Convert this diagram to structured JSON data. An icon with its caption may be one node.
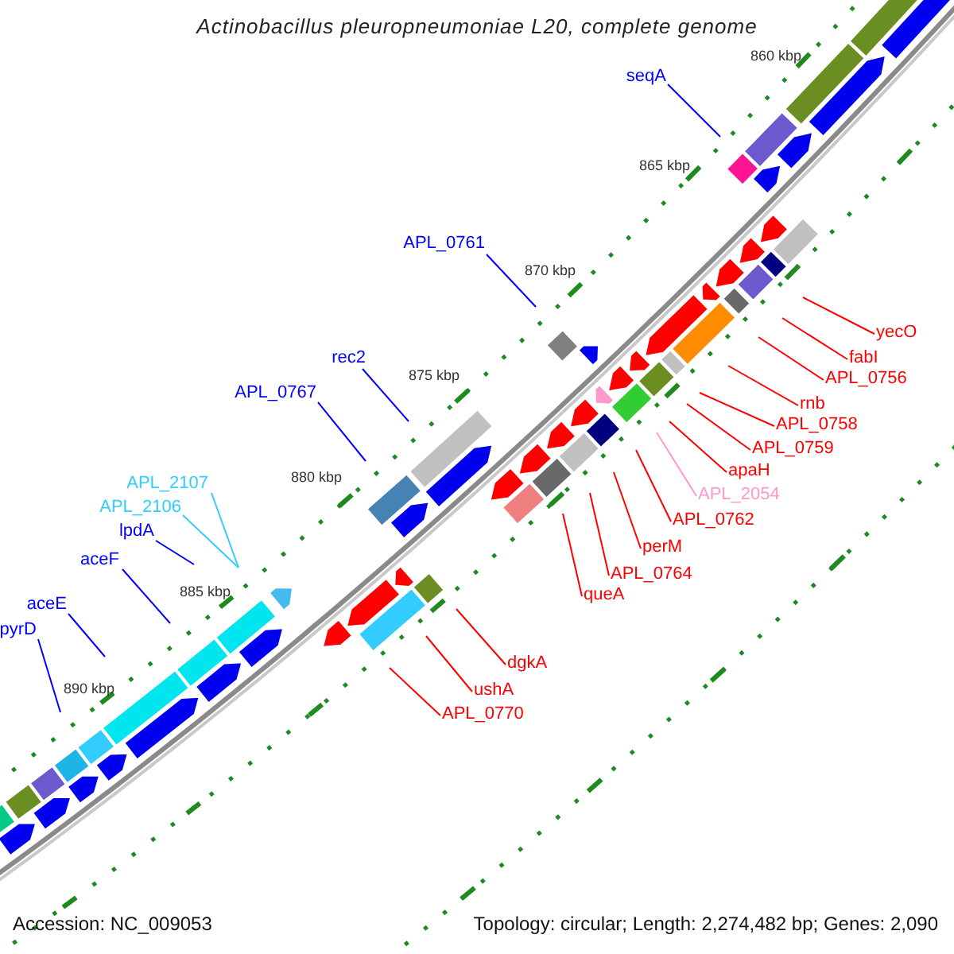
{
  "diagram": {
    "title": "Actinobacillus pleuropneumoniae L20, complete genome",
    "nodes": [
      {
        "text": [
          "seqA"
        ]
      },
      {
        "text": [
          "APL_0761"
        ]
      },
      {
        "text": [
          "yecO"
        ]
      },
      {
        "text": [
          "fabI"
        ]
      },
      {
        "text": [
          "rec2"
        ]
      },
      {
        "text": [
          "APL_0756"
        ]
      },
      {
        "text": [
          "rnb"
        ]
      },
      {
        "text": [
          "APL_0767"
        ]
      },
      {
        "text": [
          "APL_0758"
        ]
      },
      {
        "text": [
          "APL_0759"
        ]
      },
      {
        "text": [
          "apaH"
        ]
      },
      {
        "text": [
          "APL_2107"
        ]
      },
      {
        "text": [
          "APL_2054"
        ]
      },
      {
        "text": [
          "APL_2106"
        ]
      },
      {
        "text": [
          "APL_0762"
        ]
      },
      {
        "text": [
          "lpdA"
        ]
      },
      {
        "text": [
          "perM"
        ]
      },
      {
        "text": [
          "aceF"
        ]
      },
      {
        "text": [
          "APL_0764"
        ]
      },
      {
        "text": [
          "queA"
        ]
      },
      {
        "text": [
          "aceE"
        ]
      },
      {
        "text": [
          "pyrD"
        ]
      },
      {
        "text": [
          "dgkA"
        ]
      },
      {
        "text": [
          "ushA"
        ]
      },
      {
        "text": [
          "APL_0770"
        ]
      }
    ],
    "edges": [
      {
        "from": 0,
        "to": null,
        "arrow": "none",
        "color": "#0000ff"
      },
      {
        "from": 1,
        "to": null,
        "arrow": "none",
        "color": "#0000ff"
      },
      {
        "from": 2,
        "to": null,
        "arrow": "none"
      },
      {
        "from": 3,
        "to": null,
        "arrow": "none"
      },
      {
        "from": 4,
        "to": null,
        "arrow": "none",
        "color": "#0000ff"
      },
      {
        "from": 5,
        "to": null,
        "arrow": "none"
      },
      {
        "from": 6,
        "to": null,
        "arrow": "none"
      },
      {
        "from": 7,
        "to": null,
        "arrow": "none",
        "color": "#0000ff"
      },
      {
        "from": 8,
        "to": null,
        "arrow": "none"
      },
      {
        "from": 9,
        "to": null,
        "arrow": "none"
      },
      {
        "from": 10,
        "to": null,
        "arrow": "none"
      },
      {
        "from": 11,
        "to": null,
        "arrow": "none",
        "color": "#33ccff"
      },
      {
        "from": 12,
        "to": null,
        "arrow": "none",
        "color": "#ff99cc"
      },
      {
        "from": 13,
        "to": null,
        "arrow": "none",
        "color": "#33ccff"
      },
      {
        "from": 14,
        "to": null,
        "arrow": "none"
      },
      {
        "from": 15,
        "to": null,
        "arrow": "none",
        "color": "#0000ff"
      },
      {
        "from": 16,
        "to": null,
        "arrow": "none"
      },
      {
        "from": 17,
        "to": null,
        "arrow": "none",
        "color": "#0000ff"
      },
      {
        "from": 18,
        "to": null,
        "arrow": "none"
      },
      {
        "from": 19,
        "to": null,
        "arrow": "none"
      },
      {
        "from": 20,
        "to": null,
        "arrow": "none",
        "color": "#0000ff"
      },
      {
        "from": 21,
        "to": null,
        "arrow": "none",
        "color": "#0000ff"
      },
      {
        "from": 22,
        "to": null,
        "arrow": "none"
      },
      {
        "from": 23,
        "to": null,
        "arrow": "none"
      },
      {
        "from": 24,
        "to": null,
        "arrow": "none"
      }
    ],
    "labels": [
      "860 kbp",
      "865 kbp",
      "870 kbp",
      "875 kbp",
      "880 kbp",
      "885 kbp",
      "890 kbp",
      "Accession: NC_009053",
      "Topology: circular; Length: 2,274,482 bp; Genes: 2,090"
    ]
  }
}
